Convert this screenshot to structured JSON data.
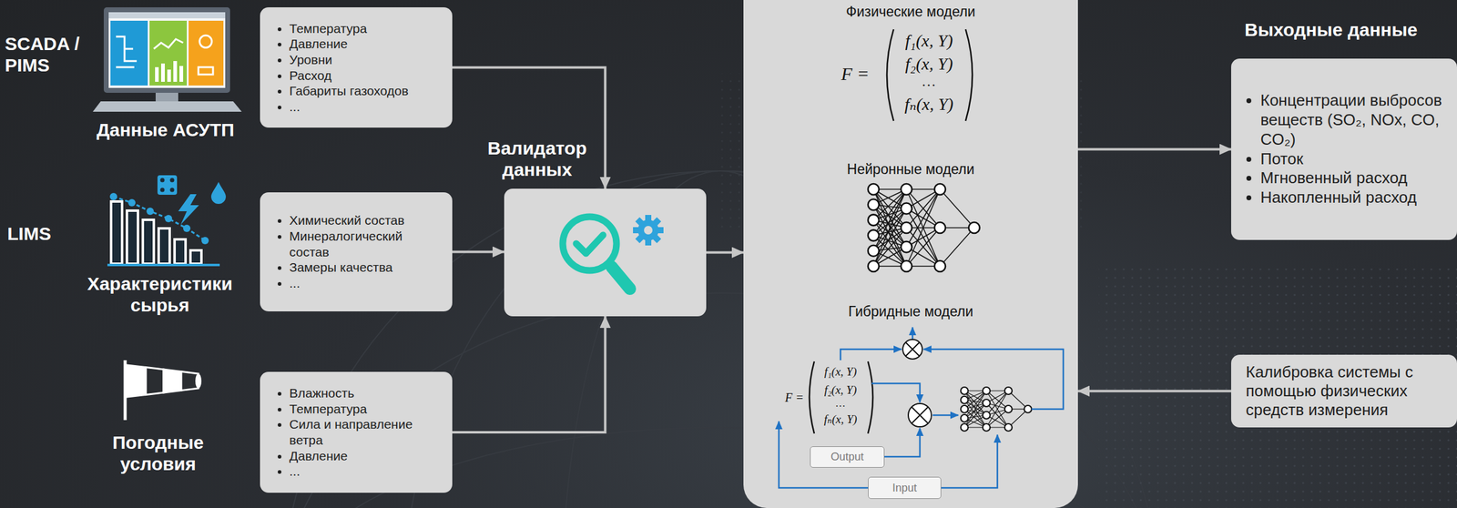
{
  "diagram": {
    "nodes": [
      {
        "text": [
          "Температура",
          "Давление",
          "Уровни",
          "Расход",
          "Габариты газоходов",
          "..."
        ]
      },
      {
        "text": [
          "Химический состав",
          "Минералогический состав",
          "Замеры качества",
          "..."
        ]
      },
      {
        "text": [
          "Влажность",
          "Температура",
          "Сила и направление ветра",
          "Давление",
          "..."
        ]
      },
      {
        "text": [
          "Валидатор данных"
        ]
      },
      {
        "text": [
          "Физические модели",
          "Нейронные модели",
          "Гибридные модели"
        ]
      },
      {
        "text": [
          "Output"
        ],
        "in": 4
      },
      {
        "text": [
          "Input"
        ],
        "in": 4
      },
      {
        "text": [
          "Выходные данные",
          "Концентрации выбросов веществ (SO₂, NOx, CO, CO₂)",
          "Поток",
          "Мгновенный расход",
          "Накопленный расход"
        ]
      },
      {
        "text": [
          "Калибровка системы с помощью физических средств измерения"
        ]
      }
    ],
    "edges": [
      {
        "from": 0,
        "to": 3,
        "arrow": "to"
      },
      {
        "from": 1,
        "to": 3,
        "arrow": "to"
      },
      {
        "from": 2,
        "to": 3,
        "arrow": "to"
      },
      {
        "from": 3,
        "to": 4,
        "arrow": "to"
      },
      {
        "from": 4,
        "to": 7,
        "arrow": "to"
      },
      {
        "from": 8,
        "to": 4,
        "arrow": "to"
      }
    ],
    "labels": [
      "SCADA / PIMS",
      "Данные АСУТП",
      "LIMS",
      "Характеристики сырья",
      "Погодные условия",
      "F =",
      "f₁(x, Y)",
      "f₂(x, Y)",
      "…",
      "fₙ(x, Y)",
      "F =",
      "f₁(x, Y)",
      "f₂(x, Y)",
      "…",
      "fₙ(x, Y)"
    ]
  }
}
